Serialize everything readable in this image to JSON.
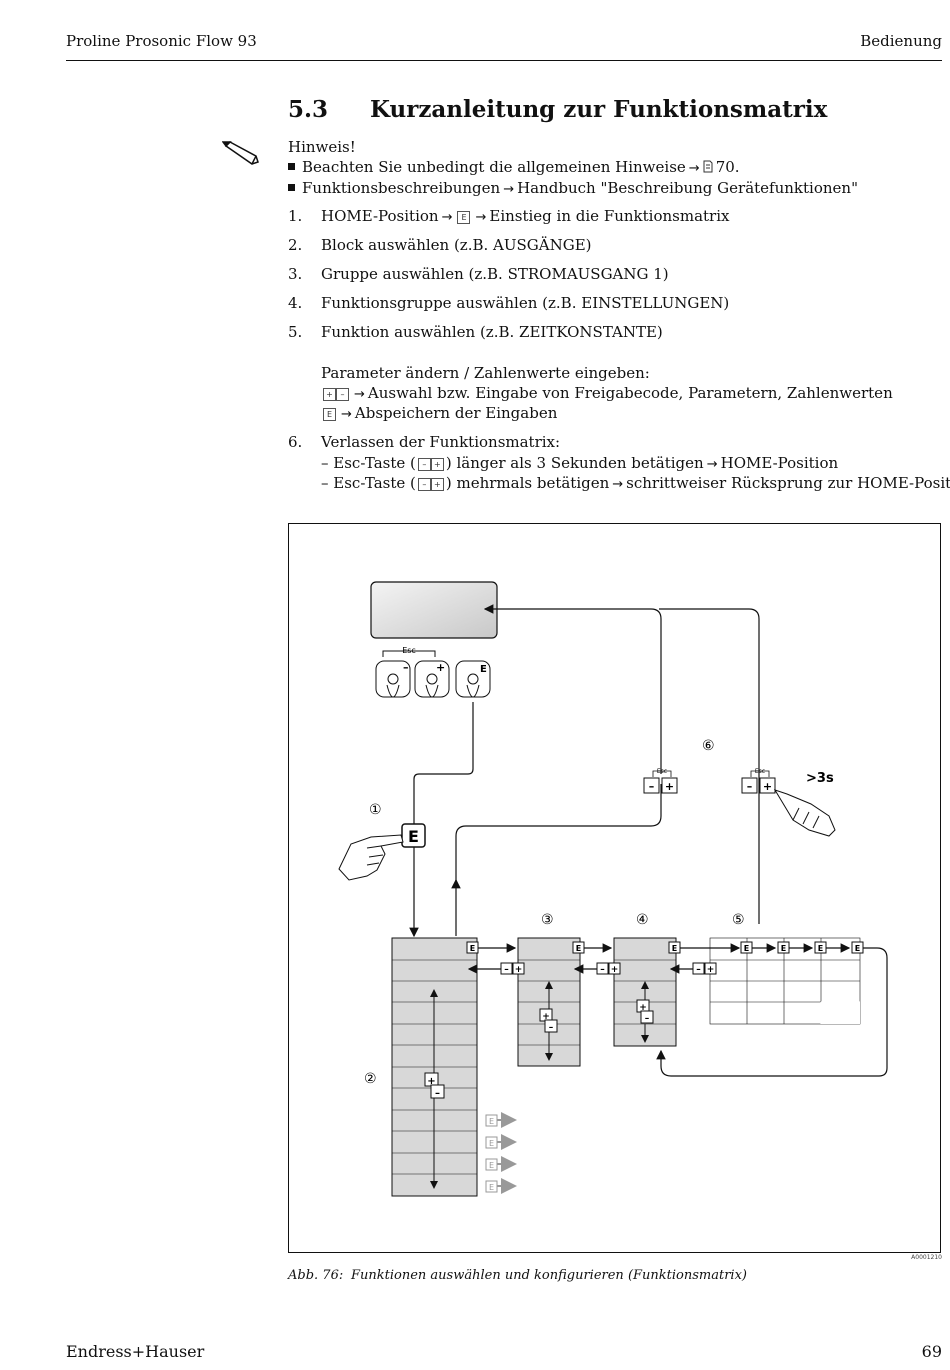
{
  "header": {
    "left": "Proline Prosonic Flow 93",
    "right": "Bedienung"
  },
  "section": {
    "number": "5.3",
    "title": "Kurzanleitung zur Funktionsmatrix"
  },
  "note": {
    "label": "Hinweis!",
    "bullet1_text": "Beachten Sie unbedingt die allgemeinen Hinweise",
    "bullet1_page": "70.",
    "bullet2_left": "Funktionsbeschreibungen",
    "bullet2_right": "Handbuch \"Beschreibung Gerätefunktionen\""
  },
  "steps": {
    "s1_num": "1.",
    "s1_a": "HOME-Position",
    "s1_b": "Einstieg in die Funktionsmatrix",
    "s2_num": "2.",
    "s2": "Block auswählen (z.B. AUSGÄNGE)",
    "s3_num": "3.",
    "s3": "Gruppe auswählen (z.B. STROMAUSGANG 1)",
    "s4_num": "4.",
    "s4": "Funktionsgruppe auswählen (z.B. EINSTELLUNGEN)",
    "s5_num": "5.",
    "s5": "Funktion auswählen (z.B. ZEITKONSTANTE)",
    "param_title": "Parameter ändern / Zahlenwerte eingeben:",
    "param_line1": "Auswahl bzw. Eingabe von Freigabecode, Parametern, Zahlenwerten",
    "param_line2": "Abspeichern der Eingaben",
    "s6_num": "6.",
    "s6": "Verlassen der Funktionsmatrix:",
    "s6_line1_a": "– Esc-Taste (",
    "s6_line1_b": ") länger als 3 Sekunden betätigen",
    "s6_line1_c": "HOME-Position",
    "s6_line2_a": "– Esc-Taste (",
    "s6_line2_b": ") mehrmals betätigen",
    "s6_line2_c": "schrittweiser Rücksprung zur HOME-Position."
  },
  "keys": {
    "enter": "E",
    "plus": "+",
    "minus": "–",
    "esc": "Esc",
    "arrow": "→"
  },
  "figure": {
    "code": "A0001210",
    "label_1": "①",
    "label_2": "②",
    "label_3": "③",
    "label_4": "④",
    "label_5": "⑤",
    "label_6": "⑥",
    "hold_label": ">3s",
    "caption_label": "Abb. 76:",
    "caption_text": "Funktionen auswählen und konfigurieren (Funktionsmatrix)"
  },
  "footer": {
    "left": "Endress+Hauser",
    "right": "69"
  },
  "colors": {
    "cell_fill": "#d8d8d8",
    "line": "#111111",
    "ghost": "#999999"
  }
}
